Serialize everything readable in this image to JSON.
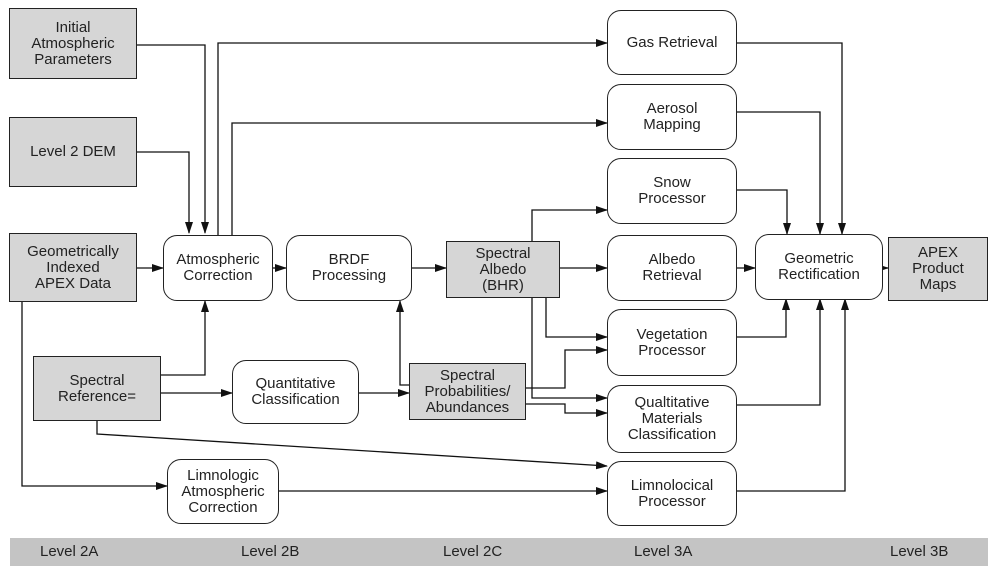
{
  "nodes": {
    "initial_atm": "Initial\nAtmospheric\nParameters",
    "dem": "Level 2 DEM",
    "geo_apex": "Geometrically\nIndexed\nAPEX Data",
    "spec_ref": "Spectral\nReference=",
    "atm_corr": "Atmospheric\nCorrection",
    "brdf": "BRDF\nProcessing",
    "spec_albedo": "Spectral\nAlbedo\n(BHR)",
    "quant_class": "Quantitative\nClassification",
    "spec_prob": "Spectral\nProbabilities/\nAbundances",
    "limno_atm": "Limnologic\nAtmospheric\nCorrection",
    "gas": "Gas Retrieval",
    "aerosol": "Aerosol\nMapping",
    "snow": "Snow\nProcessor",
    "albedo_ret": "Albedo\nRetrieval",
    "vegetation": "Vegetation\nProcessor",
    "qual_mat": "Qualtitative\nMaterials\nClassification",
    "limno_proc": "Limnolocical\nProcessor",
    "geo_rect": "Geometric\nRectification",
    "apex_maps": "APEX\nProduct\nMaps"
  },
  "levels": [
    "Level 2A",
    "Level 2B",
    "Level 2C",
    "Level 3A",
    "Level 3B"
  ]
}
